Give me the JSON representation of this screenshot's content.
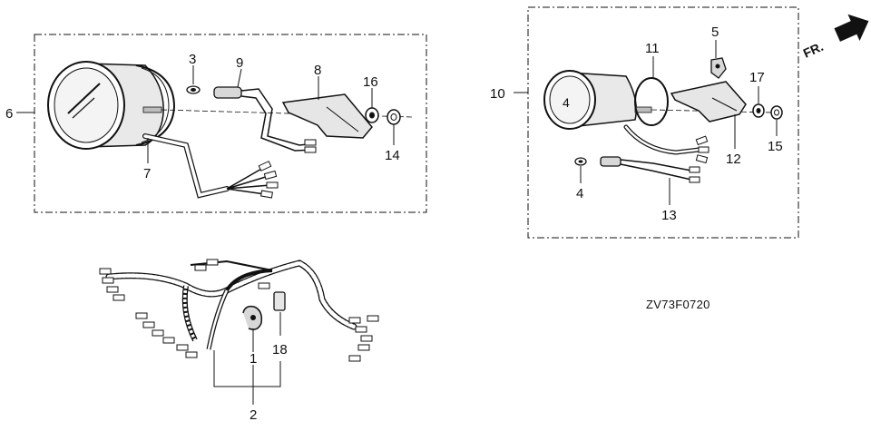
{
  "diagram": {
    "callouts": {
      "c1": "1",
      "c2": "2",
      "c3": "3",
      "c4": "4",
      "c5": "5",
      "c6": "6",
      "c7": "7",
      "c8": "8",
      "c9": "9",
      "c10": "10",
      "c11": "11",
      "c12": "12",
      "c13": "13",
      "c14": "14",
      "c15": "15",
      "c16": "16",
      "c17": "17",
      "c18": "18"
    },
    "front_indicator": "FR.",
    "drawing_code": "ZV73F0720"
  },
  "colors": {
    "ink": "#111111",
    "paper": "#ffffff",
    "fill_light": "#e6e6e6",
    "fill_mid": "#bdbdbd"
  },
  "icons": [
    "tachometer-gauge",
    "trim-meter-gauge",
    "wire-harness",
    "front-arrow"
  ]
}
